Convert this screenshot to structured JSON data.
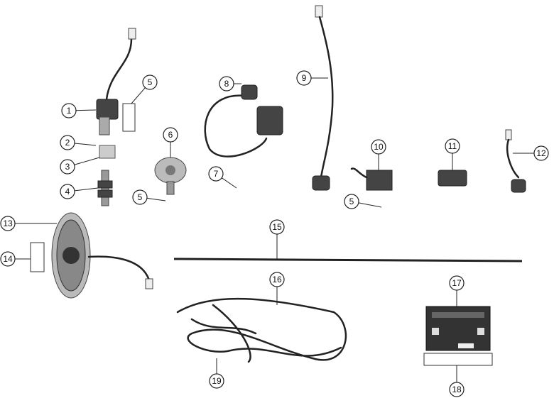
{
  "diagram": {
    "title": "Electrical parts exploded view",
    "callouts": [
      "1",
      "2",
      "3",
      "4",
      "5",
      "6",
      "5",
      "7",
      "8",
      "9",
      "10",
      "11",
      "12",
      "5",
      "13",
      "14",
      "15",
      "16",
      "17",
      "18",
      "19"
    ]
  }
}
